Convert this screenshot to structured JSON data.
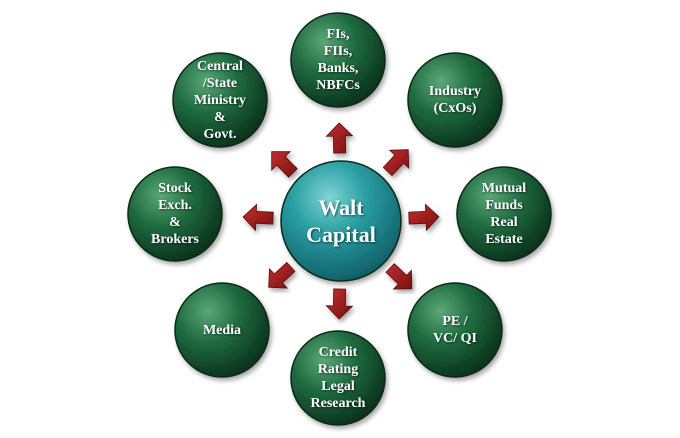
{
  "center": {
    "label": "Walt\nCapital"
  },
  "nodes": [
    {
      "id": "fis",
      "label": "FIs,\nFIIs,\nBanks,\nNBFCs"
    },
    {
      "id": "industry",
      "label": "Industry\n(CxOs)"
    },
    {
      "id": "mutual-funds",
      "label": "Mutual\nFunds\nReal\nEstate"
    },
    {
      "id": "pe-vc",
      "label": "PE /\nVC/ QI"
    },
    {
      "id": "credit-rating",
      "label": "Credit\nRating\nLegal\nResearch"
    },
    {
      "id": "media",
      "label": "Media"
    },
    {
      "id": "stock-exch",
      "label": "Stock\nExch.\n&\nBrokers"
    },
    {
      "id": "central-ministry",
      "label": "Central\n/State\nMinistry\n&\nGovt."
    }
  ],
  "colors": {
    "marble_dark": "#0b3d22",
    "marble_mid": "#1f6b3f",
    "marble_light": "#4a9a68",
    "center_teal": "#2aa0a4",
    "center_dark": "#0d5a63",
    "arrow": "#a01818"
  }
}
